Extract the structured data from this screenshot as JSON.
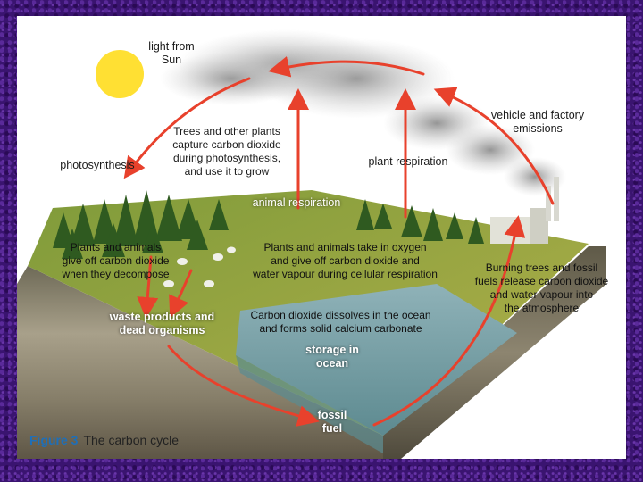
{
  "labels": {
    "sun": "light from\nSun",
    "photosynthesis": "photosynthesis",
    "trees_capture": "Trees and other plants\ncapture carbon dioxide\nduring photosynthesis,\nand use it to grow",
    "plant_respiration": "plant respiration",
    "emissions": "vehicle and factory\nemissions",
    "animal_respiration": "animal respiration",
    "decompose": "Plants and animals\ngive off carbon dioxide\nwhen they decompose",
    "oxygen": "Plants and animals take in oxygen\nand give off carbon dioxide and\nwater vapour during cellular respiration",
    "burning": "Burning trees and fossil\nfuels release carbon dioxide\nand water vapour into\nthe atmosphere",
    "waste": "waste products and\ndead organisms",
    "ocean_dissolve": "Carbon dioxide dissolves in the ocean\nand forms solid calcium carbonate",
    "storage": "storage in\nocean",
    "fossil": "fossil\nfuel"
  },
  "caption": {
    "number": "Figure 3",
    "text": "The carbon cycle"
  },
  "colors": {
    "arrow": "#e8412c",
    "caption_number": "#1e6fb8",
    "sun": "#ffe033"
  }
}
